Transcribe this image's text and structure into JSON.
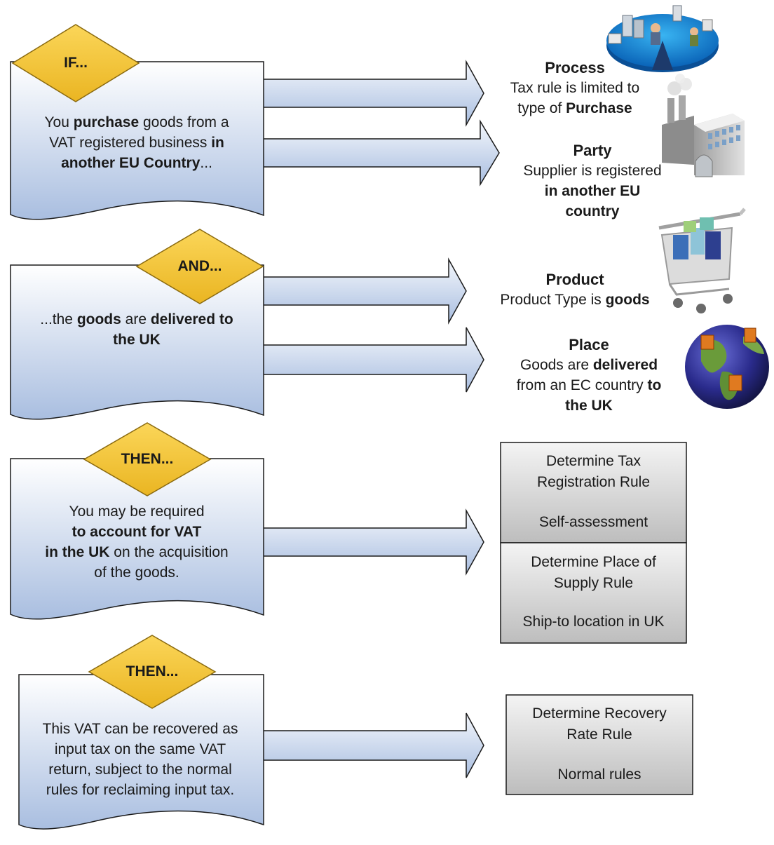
{
  "colors": {
    "doc_top": "#ffffff",
    "doc_bottom": "#a9bee0",
    "doc_stroke": "#1a1a1a",
    "diamond_fill": "#f7c83a",
    "diamond_stroke": "#8a6a10",
    "arrow_fill_light": "#f4f7fc",
    "arrow_fill_dark": "#a9bee0",
    "box_top": "#f2f2f2",
    "box_bottom": "#bdbdbd"
  },
  "sections": [
    {
      "label": "IF...",
      "lines": [
        [
          {
            "t": "You "
          },
          {
            "t": "purchase",
            "b": true
          },
          {
            "t": " goods from a"
          }
        ],
        [
          {
            "t": "VAT registered business "
          },
          {
            "t": "in",
            "b": true
          }
        ],
        [
          {
            "t": "another EU Country",
            "b": true
          },
          {
            "t": "..."
          }
        ]
      ]
    },
    {
      "label": "AND...",
      "lines": [
        [
          {
            "t": "...the "
          },
          {
            "t": "goods",
            "b": true
          },
          {
            "t": " are "
          },
          {
            "t": "delivered to",
            "b": true
          }
        ],
        [
          {
            "t": "the UK",
            "b": true
          }
        ]
      ]
    },
    {
      "label": "THEN...",
      "lines": [
        [
          {
            "t": "You may be required"
          }
        ],
        [
          {
            "t": "to account for VAT",
            "b": true
          }
        ],
        [
          {
            "t": "in the UK",
            "b": true
          },
          {
            "t": " on the acquisition"
          }
        ],
        [
          {
            "t": "of the goods."
          }
        ]
      ]
    },
    {
      "label": "THEN...",
      "lines": [
        [
          {
            "t": "This VAT can be recovered as"
          }
        ],
        [
          {
            "t": "input tax on the same VAT"
          }
        ],
        [
          {
            "t": "return, subject to the normal"
          }
        ],
        [
          {
            "t": "rules for reclaiming input tax."
          }
        ]
      ]
    }
  ],
  "entities": [
    {
      "title": "Process",
      "icon": "process-globe-icon",
      "lines": [
        [
          {
            "t": "Tax rule is limited to"
          }
        ],
        [
          {
            "t": "type of "
          },
          {
            "t": "Purchase",
            "b": true
          }
        ]
      ]
    },
    {
      "title": "Party",
      "icon": "factory-icon",
      "lines": [
        [
          {
            "t": "Supplier is registered"
          }
        ],
        [
          {
            "t": "in another EU",
            "b": true
          }
        ],
        [
          {
            "t": "country",
            "b": true
          }
        ]
      ]
    },
    {
      "title": "Product",
      "icon": "shopping-cart-icon",
      "lines": [
        [
          {
            "t": "Product Type is "
          },
          {
            "t": "goods",
            "b": true
          }
        ]
      ]
    },
    {
      "title": "Place",
      "icon": "globe-icon",
      "lines": [
        [
          {
            "t": "Goods are "
          },
          {
            "t": "delivered",
            "b": true
          }
        ],
        [
          {
            "t": "from an EC country "
          },
          {
            "t": "to",
            "b": true
          }
        ],
        [
          {
            "t": "the UK",
            "b": true
          }
        ]
      ]
    }
  ],
  "rule_boxes": [
    {
      "title": [
        "Determine Tax",
        "Registration Rule"
      ],
      "value": "Self-assessment"
    },
    {
      "title": [
        "Determine Place of",
        "Supply Rule"
      ],
      "value": "Ship-to location in UK"
    },
    {
      "title": [
        "Determine Recovery",
        "Rate Rule"
      ],
      "value": "Normal rules"
    }
  ]
}
